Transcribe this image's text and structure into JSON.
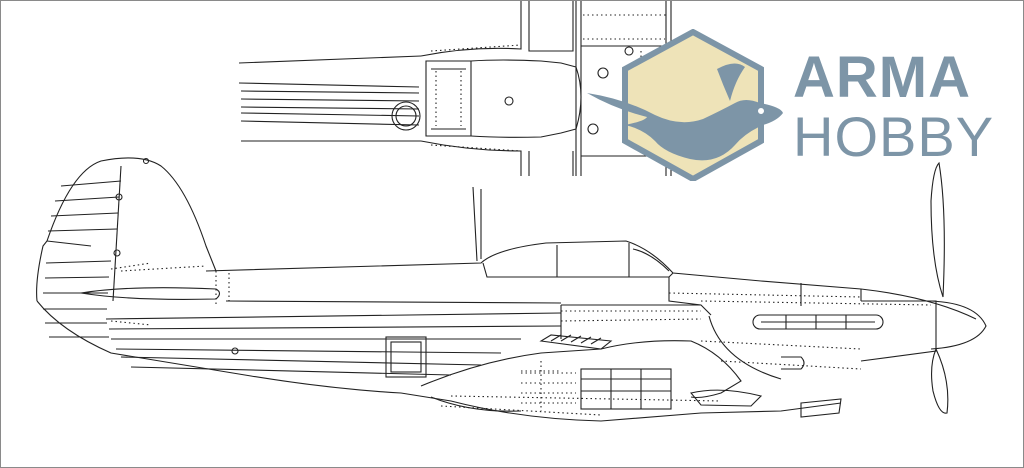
{
  "logo": {
    "line1": "ARMA",
    "line2": "HOBBY",
    "colors": {
      "text": "#7d95a7",
      "hexagon_fill": "#eee3b8",
      "hexagon_stroke": "#7d95a7",
      "bird": "#7d95a7"
    }
  },
  "drawing": {
    "stroke_color": "#222222",
    "views": [
      "top-view-fragment",
      "side-view"
    ]
  }
}
